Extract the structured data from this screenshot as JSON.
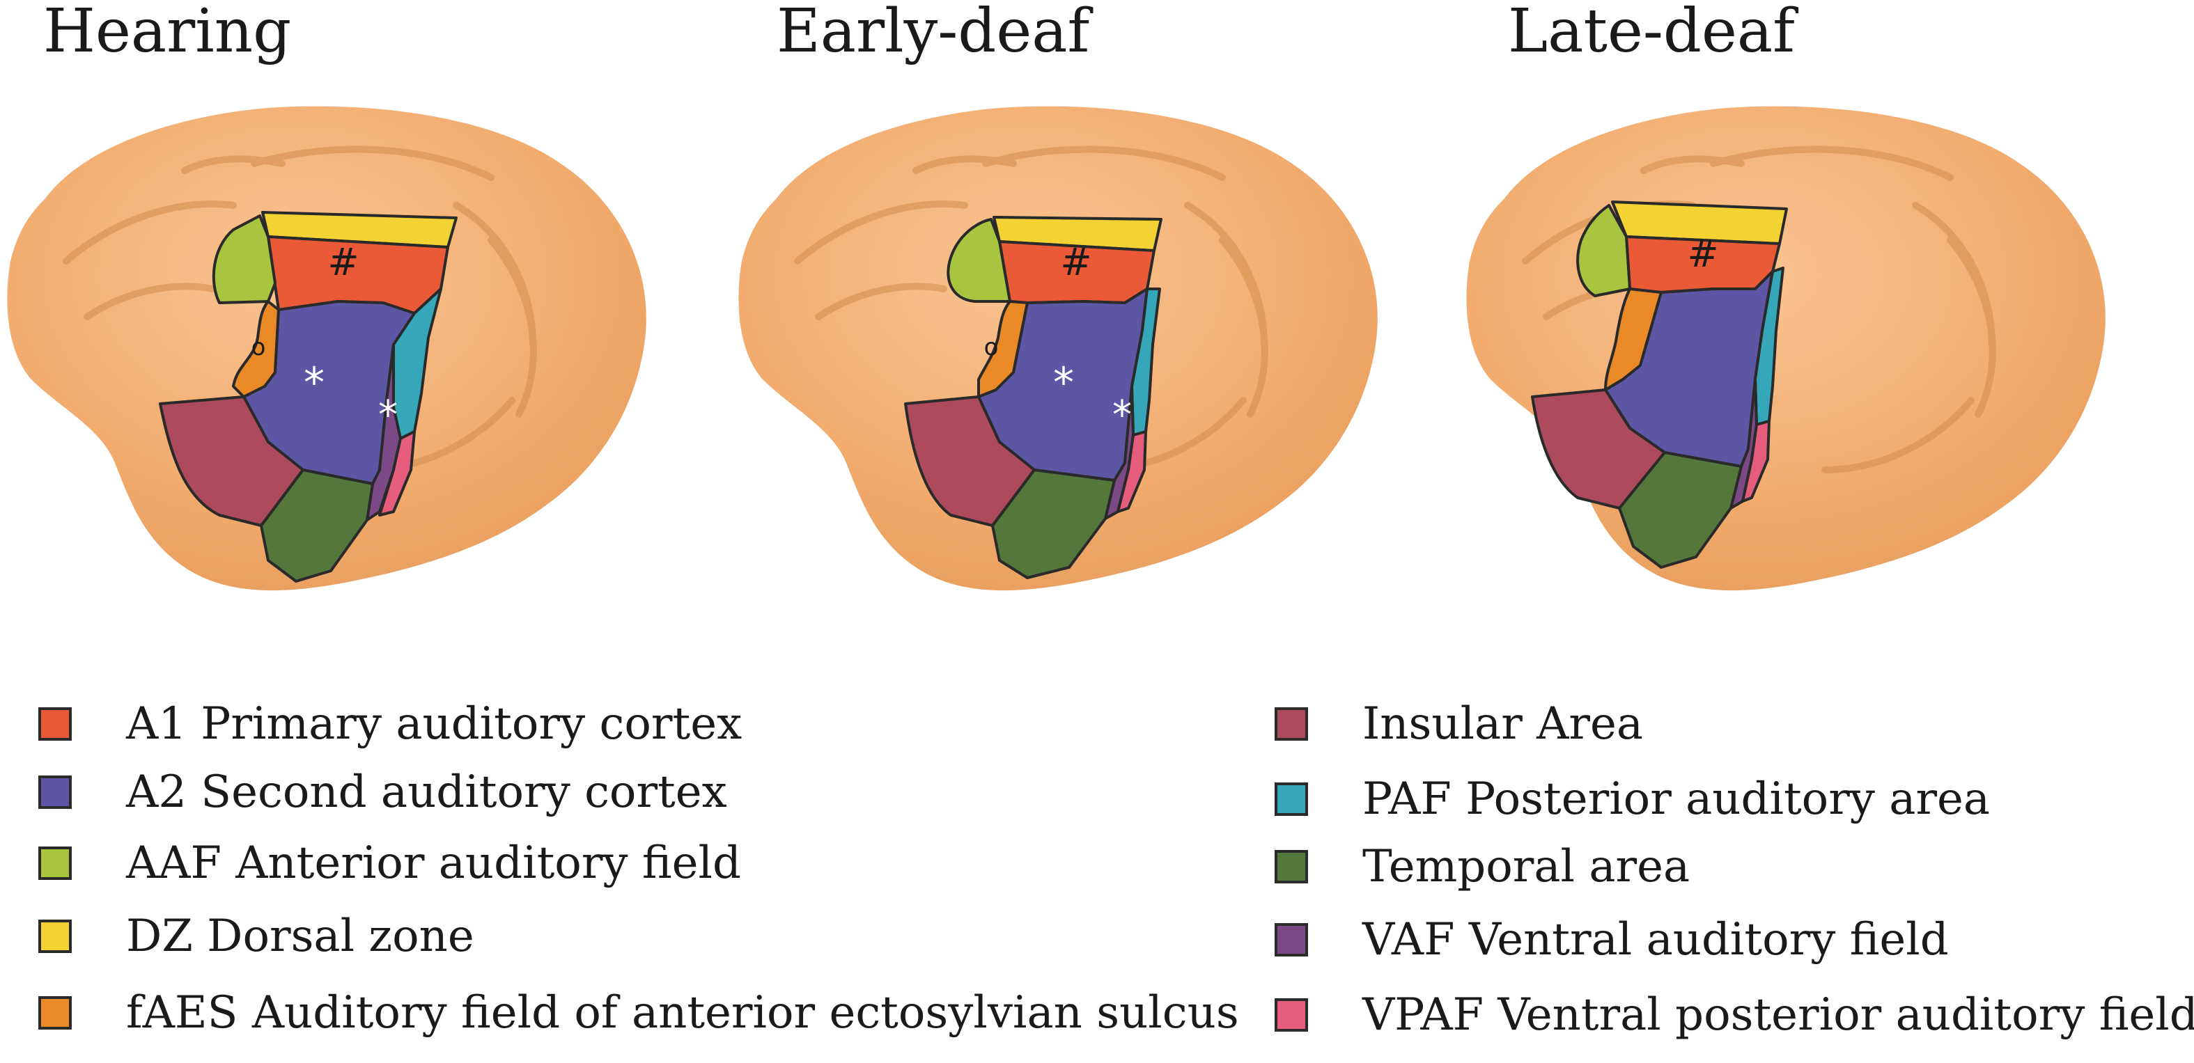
{
  "panels": [
    {
      "title": "Hearing",
      "markers": {
        "hash": "#",
        "star_a2": "*",
        "star_vaf": "*",
        "circle": "o"
      }
    },
    {
      "title": "Early-deaf",
      "markers": {
        "hash": "#",
        "star_a2": "*",
        "star_vaf": "*",
        "circle": "o"
      }
    },
    {
      "title": "Late-deaf",
      "markers": {
        "hash": "#"
      }
    }
  ],
  "legend": {
    "left": [
      {
        "label": "A1 Primary auditory cortex",
        "color": "#ea5a36"
      },
      {
        "label": "A2 Second auditory cortex",
        "color": "#5c56a4"
      },
      {
        "label": "AAF Anterior auditory field",
        "color": "#a9c540"
      },
      {
        "label": "DZ Dorsal zone",
        "color": "#f3d234"
      },
      {
        "label": "fAES Auditory field of anterior ectosylvian sulcus",
        "color": "#e98a27"
      }
    ],
    "right": [
      {
        "label": "Insular Area",
        "color": "#ae4a5d"
      },
      {
        "label": "PAF Posterior auditory area",
        "color": "#36a7b9"
      },
      {
        "label": "Temporal area",
        "color": "#54773c"
      },
      {
        "label": "VAF Ventral auditory field",
        "color": "#7b4a86"
      },
      {
        "label": "VPAF Ventral posterior auditory field",
        "color": "#e55c7c"
      }
    ]
  },
  "colors": {
    "brain_fill": "#f4b27a",
    "brain_sulcus": "#d9914e",
    "region_outline": "#2a2a2a"
  }
}
